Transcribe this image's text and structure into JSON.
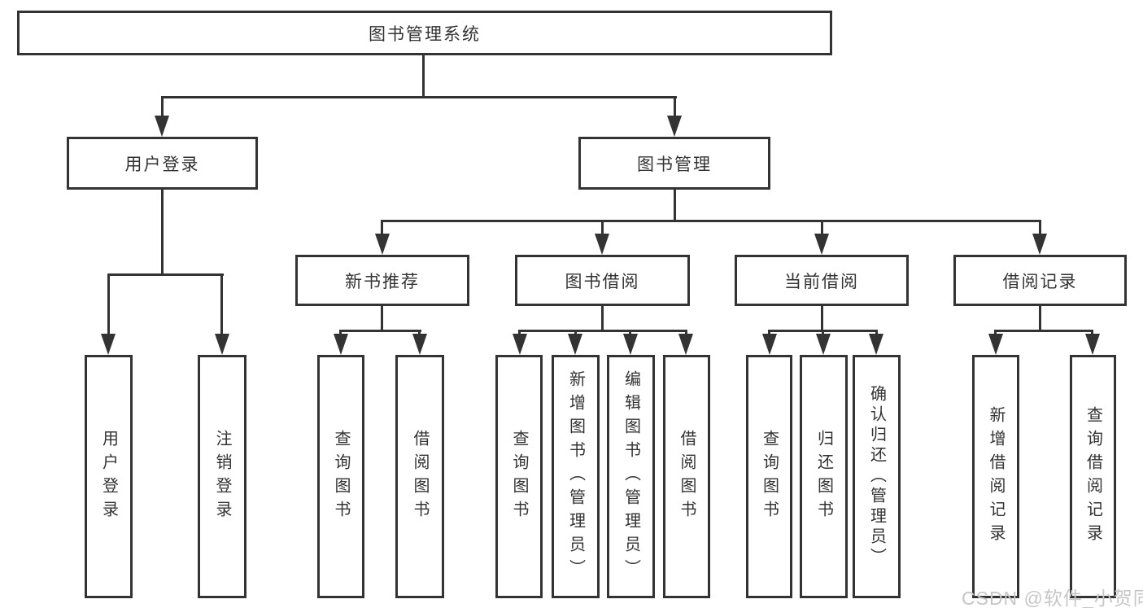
{
  "diagram": {
    "root_label": "图书管理系统",
    "branches": {
      "user_login": {
        "label": "用户登录",
        "children": [
          "用户登录",
          "注销登录"
        ]
      },
      "book_mgmt": {
        "label": "图书管理",
        "sections": [
          {
            "label": "新书推荐",
            "children": [
              "查询图书",
              "借阅图书"
            ]
          },
          {
            "label": "图书借阅",
            "children": [
              "查询图书",
              "新增图书（管理员）",
              "编辑图书（管理员）",
              "借阅图书"
            ]
          },
          {
            "label": "当前借阅",
            "children": [
              "查询图书",
              "归还图书",
              "确认归还（管理员）"
            ]
          },
          {
            "label": "借阅记录",
            "children": [
              "新增借阅记录",
              "查询借阅记录"
            ]
          }
        ]
      }
    },
    "colors": {
      "line": "#333333",
      "text": "#333333",
      "background": "#ffffff",
      "watermark": "#c6c6c6"
    }
  },
  "watermark": {
    "text": "CSDN @软件_小贺同学"
  }
}
